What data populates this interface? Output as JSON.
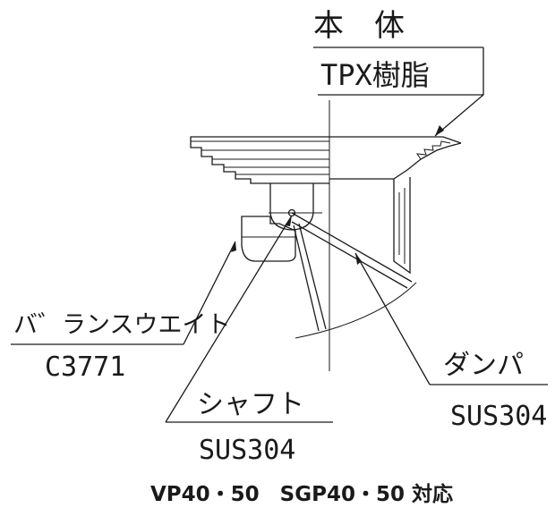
{
  "labels": {
    "body": {
      "name": "本　体",
      "material": "TPX樹脂"
    },
    "balance_weight": {
      "name": "バ゛ランスウエイト",
      "material": "C3771"
    },
    "shaft": {
      "name": "シャフト",
      "material": "SUS304"
    },
    "damper": {
      "name": "ダンパ",
      "material": "SUS304"
    }
  },
  "caption": "VP40・50　SGP40・50 対応"
}
